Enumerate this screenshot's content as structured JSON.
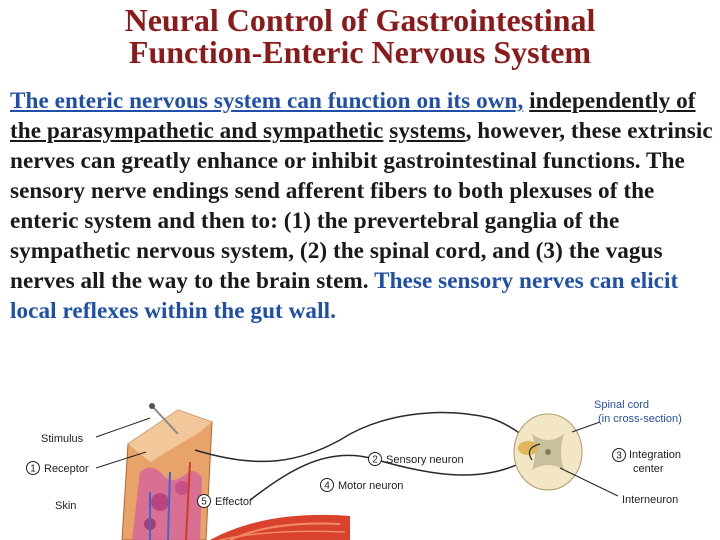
{
  "title": {
    "line1": "Neural Control of Gastrointestinal",
    "line2": "Function-Enteric Nervous System"
  },
  "paragraph": {
    "seg1": "The enteric nervous system can function on its own,",
    "seg2": "independently of the parasympathetic and sympathetic",
    "seg3": "systems",
    "seg4": ", however, these extrinsic nerves can greatly enhance or inhibit gastrointestinal functions. The sensory nerve endings send afferent fibers to both plexuses of the enteric system and then to: (1) the prevertebral ganglia of the sympathetic nervous system, (2) the spinal cord, and (3) the vagus nerves all the way to the brain stem.",
    "seg5": " These sensory nerves can elicit local reflexes within the gut wall."
  },
  "diagram": {
    "spinal_cord_line1": "Spinal cord",
    "spinal_cord_line2": "(in cross-section)",
    "stimulus": "Stimulus",
    "receptor": "Receptor",
    "receptor_num": "1",
    "sensory_neuron": "Sensory neuron",
    "sensory_num": "2",
    "integration_line1": "Integration",
    "integration_line2": "center",
    "integration_num": "3",
    "motor_neuron": "Motor neuron",
    "motor_num": "4",
    "effector": "Effector",
    "effector_num": "5",
    "skin": "Skin",
    "interneuron": "Interneuron"
  },
  "colors": {
    "title": "#8b1a1a",
    "text": "#1a1a1a",
    "highlight": "#1f4fa8",
    "spinal_label": "#2a4fa0",
    "muscle": "#d9432e",
    "skin_tissue": "#e8a36a"
  }
}
